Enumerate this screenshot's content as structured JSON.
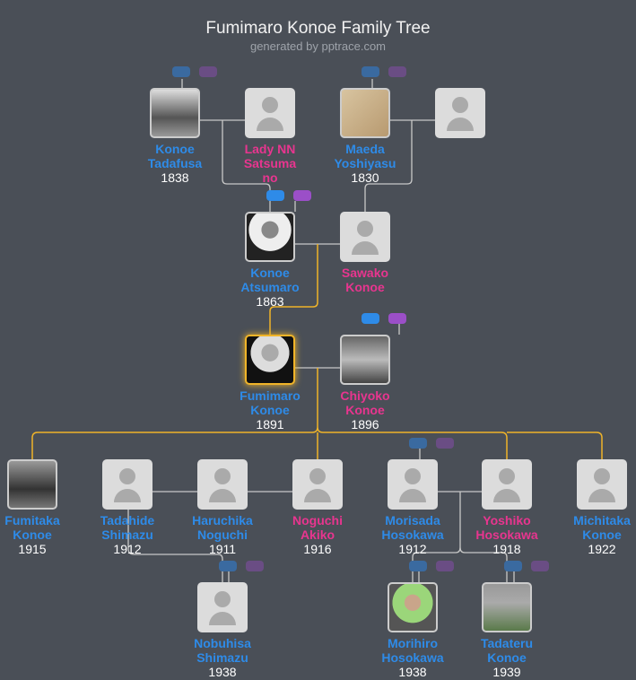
{
  "header": {
    "title": "Fumimaro Konoe Family Tree",
    "subtitle": "generated by pptrace.com"
  },
  "colors": {
    "male": "#2e8be8",
    "female": "#e8358f",
    "background": "#4a4f57",
    "highlight": "#f0b429"
  },
  "people": [
    {
      "id": "tadafusa",
      "name1": "Konoe",
      "name2": "Tadafusa",
      "name3": "",
      "year": "1838",
      "sex": "m",
      "photo": true
    },
    {
      "id": "ladynn",
      "name1": "Lady NN",
      "name2": "Satsuma",
      "name3": "no",
      "year": "",
      "sex": "f",
      "photo": false
    },
    {
      "id": "maeda",
      "name1": "Maeda",
      "name2": "Yoshiyasu",
      "name3": "",
      "year": "1830",
      "sex": "m",
      "photo": true
    },
    {
      "id": "unknown",
      "name1": "",
      "name2": "",
      "name3": "",
      "year": "",
      "sex": "f",
      "photo": false
    },
    {
      "id": "atsumaro",
      "name1": "Konoe",
      "name2": "Atsumaro",
      "name3": "",
      "year": "1863",
      "sex": "m",
      "photo": true
    },
    {
      "id": "sawako",
      "name1": "Sawako",
      "name2": "Konoe",
      "name3": "",
      "year": "",
      "sex": "f",
      "photo": false
    },
    {
      "id": "fumimaro",
      "name1": "Fumimaro",
      "name2": "Konoe",
      "name3": "",
      "year": "1891",
      "sex": "m",
      "photo": true
    },
    {
      "id": "chiyoko",
      "name1": "Chiyoko",
      "name2": "Konoe",
      "name3": "",
      "year": "1896",
      "sex": "f",
      "photo": true
    },
    {
      "id": "fumitaka",
      "name1": "Fumitaka",
      "name2": "Konoe",
      "name3": "",
      "year": "1915",
      "sex": "m",
      "photo": true
    },
    {
      "id": "tadahide",
      "name1": "Tadahide",
      "name2": "Shimazu",
      "name3": "",
      "year": "1912",
      "sex": "m",
      "photo": false
    },
    {
      "id": "haruchika",
      "name1": "Haruchika",
      "name2": "Noguchi",
      "name3": "",
      "year": "1911",
      "sex": "m",
      "photo": false
    },
    {
      "id": "noguchi",
      "name1": "Noguchi",
      "name2": "Akiko",
      "name3": "",
      "year": "1916",
      "sex": "f",
      "photo": false
    },
    {
      "id": "morisada",
      "name1": "Morisada",
      "name2": "Hosokawa",
      "name3": "",
      "year": "1912",
      "sex": "m",
      "photo": false
    },
    {
      "id": "yoshiko",
      "name1": "Yoshiko",
      "name2": "Hosokawa",
      "name3": "",
      "year": "1918",
      "sex": "f",
      "photo": false
    },
    {
      "id": "michitaka",
      "name1": "Michitaka",
      "name2": "Konoe",
      "name3": "",
      "year": "1922",
      "sex": "m",
      "photo": false
    },
    {
      "id": "nobuhisa",
      "name1": "Nobuhisa",
      "name2": "Shimazu",
      "name3": "",
      "year": "1938",
      "sex": "m",
      "photo": false
    },
    {
      "id": "morihiro",
      "name1": "Morihiro",
      "name2": "Hosokawa",
      "name3": "",
      "year": "1938",
      "sex": "m",
      "photo": true
    },
    {
      "id": "tadateru",
      "name1": "Tadateru",
      "name2": "Konoe",
      "name3": "",
      "year": "1939",
      "sex": "m",
      "photo": true
    }
  ]
}
